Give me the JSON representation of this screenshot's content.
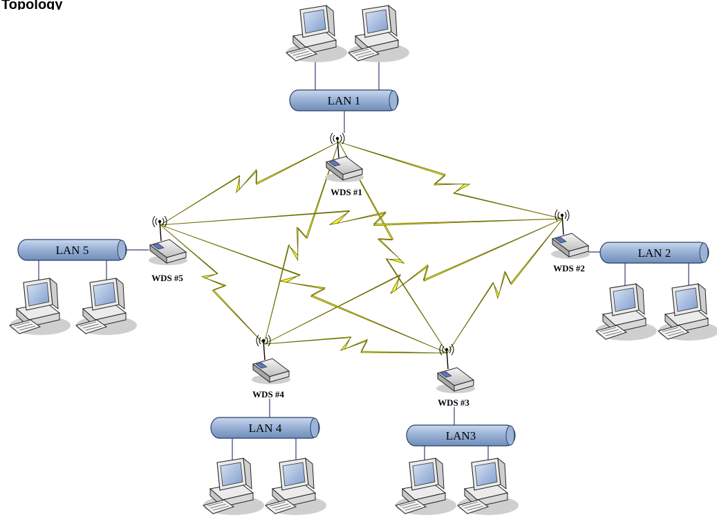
{
  "heading": "Topology",
  "lans": [
    {
      "id": "lan1",
      "label": "LAN 1"
    },
    {
      "id": "lan2",
      "label": "LAN 2"
    },
    {
      "id": "lan3",
      "label": "LAN3"
    },
    {
      "id": "lan4",
      "label": "LAN 4"
    },
    {
      "id": "lan5",
      "label": "LAN 5"
    }
  ],
  "wds_nodes": [
    {
      "id": "wds1",
      "label": "WDS #1"
    },
    {
      "id": "wds2",
      "label": "WDS #2"
    },
    {
      "id": "wds3",
      "label": "WDS #3"
    },
    {
      "id": "wds4",
      "label": "WDS #4"
    },
    {
      "id": "wds5",
      "label": "WDS #5"
    }
  ],
  "wireless_links": [
    [
      "wds1",
      "wds2"
    ],
    [
      "wds1",
      "wds3"
    ],
    [
      "wds1",
      "wds4"
    ],
    [
      "wds1",
      "wds5"
    ],
    [
      "wds2",
      "wds3"
    ],
    [
      "wds2",
      "wds4"
    ],
    [
      "wds2",
      "wds5"
    ],
    [
      "wds3",
      "wds4"
    ],
    [
      "wds3",
      "wds5"
    ],
    [
      "wds4",
      "wds5"
    ]
  ],
  "colors": {
    "lightning": "#ffff33",
    "lightning_stroke": "#6e6e00",
    "lan_bar": "#9bb3d6",
    "lan_bar_dark": "#6f8db9",
    "wire": "#3a3a78",
    "computer_body": "#ebebeb",
    "monitor_screen": "#9fb7dc",
    "shadow": "#cfcfcf"
  },
  "icons": [
    "desktop-computer-icon",
    "wireless-access-point-icon",
    "antenna-signal-icon"
  ]
}
